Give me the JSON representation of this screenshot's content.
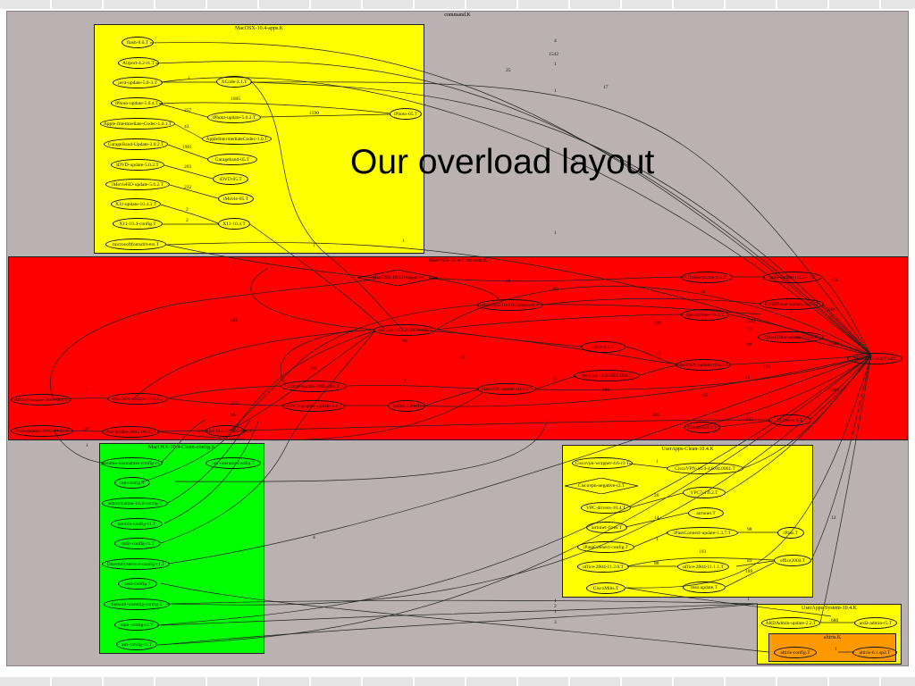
{
  "graph_title": "command.K",
  "overlay_text": "Our overload layout",
  "clusters": {
    "apps": "MacOSX-10.4-apps.K",
    "core": "MacOSX-10.4-Core-sets.K",
    "config": "MacOSX-10.4-Client-config.K",
    "clean": "UserApps-Clean-10.4.K",
    "sys": "UserApps-System-10.4.K",
    "altiris": "altiris.K"
  },
  "nodes": {
    "flash": "flash-8.0.T",
    "airport": "Airport-4.2-r1.T",
    "java_update": "java-update-5.0-3.T",
    "xcode": "XCode-2.1.T",
    "iphoto_update": "iPhoto-update-5.0.4.T",
    "iphoto_update2": "iPhoto-update-5.0.2.T",
    "iphoto": "iPhoto-05.T",
    "apple_codec": "Apple-Intermediate-Codec-1.0.1.T",
    "apple_codec2": "AppleIntermediateCodec-1.0.T",
    "garageband_update": "GarageBand-Update-2.0.2.T",
    "garageband": "Garageband-05.T",
    "idvd_update": "iDVD-update-5.0.2.T",
    "idvd": "iDVD-05.T",
    "imovie_update": "iMovieHD-update-5.0.2.T",
    "imovie": "iMovie-05.T",
    "x11_update": "X11-update-10.4.3.T",
    "x11_config": "X11-10.4-config.T",
    "x11": "X11-10.4.T",
    "msfonts": "microsoftfontsdrivers.T",
    "macosx_negative": "MacOSX-10.4.0-negative",
    "itunes_phone": "iTunes-phone-1.0.T",
    "java_update2": "java-update-1.4.2-10.T",
    "macosx_combined": "MacOSX-10.4.0-combined.T",
    "dvdplayer": "DVDPlayer-update-4.6.1.T",
    "quicktime": "QuickTime-7.0.3.T",
    "secupd1": "SecUpd-10.4.2-2005-003.T",
    "qt_update": "QuickTime-update-7.0.3.T",
    "ifixit": "ifixit-1.1.T",
    "macosx_final": "MacOSX-10.4-finalT",
    "airport_update": "Airport-update-2005-001.T",
    "macosx_update": "MacOSX-update-10.4.3.T",
    "secupd2": "SecUpd-10.4-2005-006.T",
    "macosx_update2": "MacOSX-update-10.4.1.T",
    "airvue": "airvue-update-2005-001.T",
    "macosx_update3": "MacOSX-update-10.4.2.T",
    "safari": "Safari-2.0.1.T",
    "hdvd_graphic": "HDVD-graphic-update-1.0.T",
    "itunes": "iTunes-6.0.1.T",
    "itunes_update": "iTunes-6.0.T",
    "ipod_updater": "iPod-updater-2005-09-23.T",
    "ipod_update": "iPod-update-2005-09-23.T",
    "secupd3": "SecUpd-10.4.2-2005-006.T",
    "portable_hostnames": "portable-hostnames-config-r1.T",
    "ntp_config": "ntp-config.T",
    "our_operator": "our-operator-config.T",
    "authorization": "authorization-10.4-config.T",
    "netinfo": "netinfo-config-r1.T",
    "dsdir": "dsdir-config-r1.T",
    "directoryservice": "DirectoryService-config-r1.T",
    "xsnl": "xsnl-config.T",
    "firewall": "firewall-warning-config.T",
    "mini": "mini-config-r2.T",
    "ssh": "ssh-config-r1.T",
    "ciscovpn_wrapper": "Ciscovpn-wrapper-4.6-r3-T",
    "ciscovpn": "CiscoVPN-10.4-4.6.04.0061.T",
    "ciscovpn_negative": "Ciscovpn-negative-r2.T",
    "vpc_drivers": "VPC-drivers-10.4.T",
    "vpc": "VPC7-1.0.2.T",
    "airtunet_fixes": "airtunet-fixes.T",
    "airtunet": "airtunet.T",
    "ipass_update": "iPassConnect-update-1.3.7.T",
    "ipass": "iPass.T",
    "ipass_config": "iPassConnect-config.T",
    "office_update": "office-2004-11.2.0.T",
    "office_update2": "office-2004-11.1.1.T",
    "office": "office2004.T",
    "ciscomibs": "CiscoMibs.T",
    "msn_update": "msn.update.T",
    "ardadmin_update": "ARDAdmin-update-2.2.T",
    "ard_admin": "ard2-admin-r5.T",
    "altiris_config": "altiris-config.T",
    "altiris": "altiris-6.1.sp2.T"
  },
  "edge_labels": {
    "l4": "4",
    "l1542": "1542",
    "l1a": "1",
    "l25": "25",
    "l17": "17",
    "l1b": "1",
    "l1c": "1",
    "l1695": "1695",
    "l257": "257",
    "l1590": "1590",
    "l43": "43",
    "l1901": "1901",
    "l203": "203",
    "l232": "232",
    "l2a": "2",
    "l2b": "2",
    "l1d": "1",
    "l1e": "1",
    "l1f": "1",
    "l26": "26",
    "l1060": "1060",
    "l44": "44",
    "l151": "151",
    "l2c": "2",
    "l2107": "2107",
    "l225": "225",
    "l200": "200",
    "l1500": "1500",
    "l17b": "17",
    "l80": "80",
    "l88": "88",
    "l1326": "1326",
    "l180": "180",
    "l17c": "17",
    "l18": "18",
    "l2d": "2",
    "l15": "15",
    "l280": "280",
    "l182": "182",
    "l21": "21",
    "l145": "145",
    "l1086": "1086",
    "l225b": "225",
    "l12": "12",
    "l96": "96",
    "l420": "420",
    "l1425": "1425",
    "l187": "187",
    "l1g": "1",
    "l1h": "1",
    "l1i": "1",
    "l4b": "4",
    "l26b": "26",
    "l14": "14",
    "l98": "98",
    "l1j": "1",
    "l193": "193",
    "l89": "89",
    "l88b": "88",
    "l189": "189",
    "l12b": "12",
    "l1k": "1",
    "l1l": "1",
    "l1m": "1",
    "l2e": "2",
    "l3": "3",
    "l680": "680",
    "l1n": "1",
    "l1o": "1"
  }
}
